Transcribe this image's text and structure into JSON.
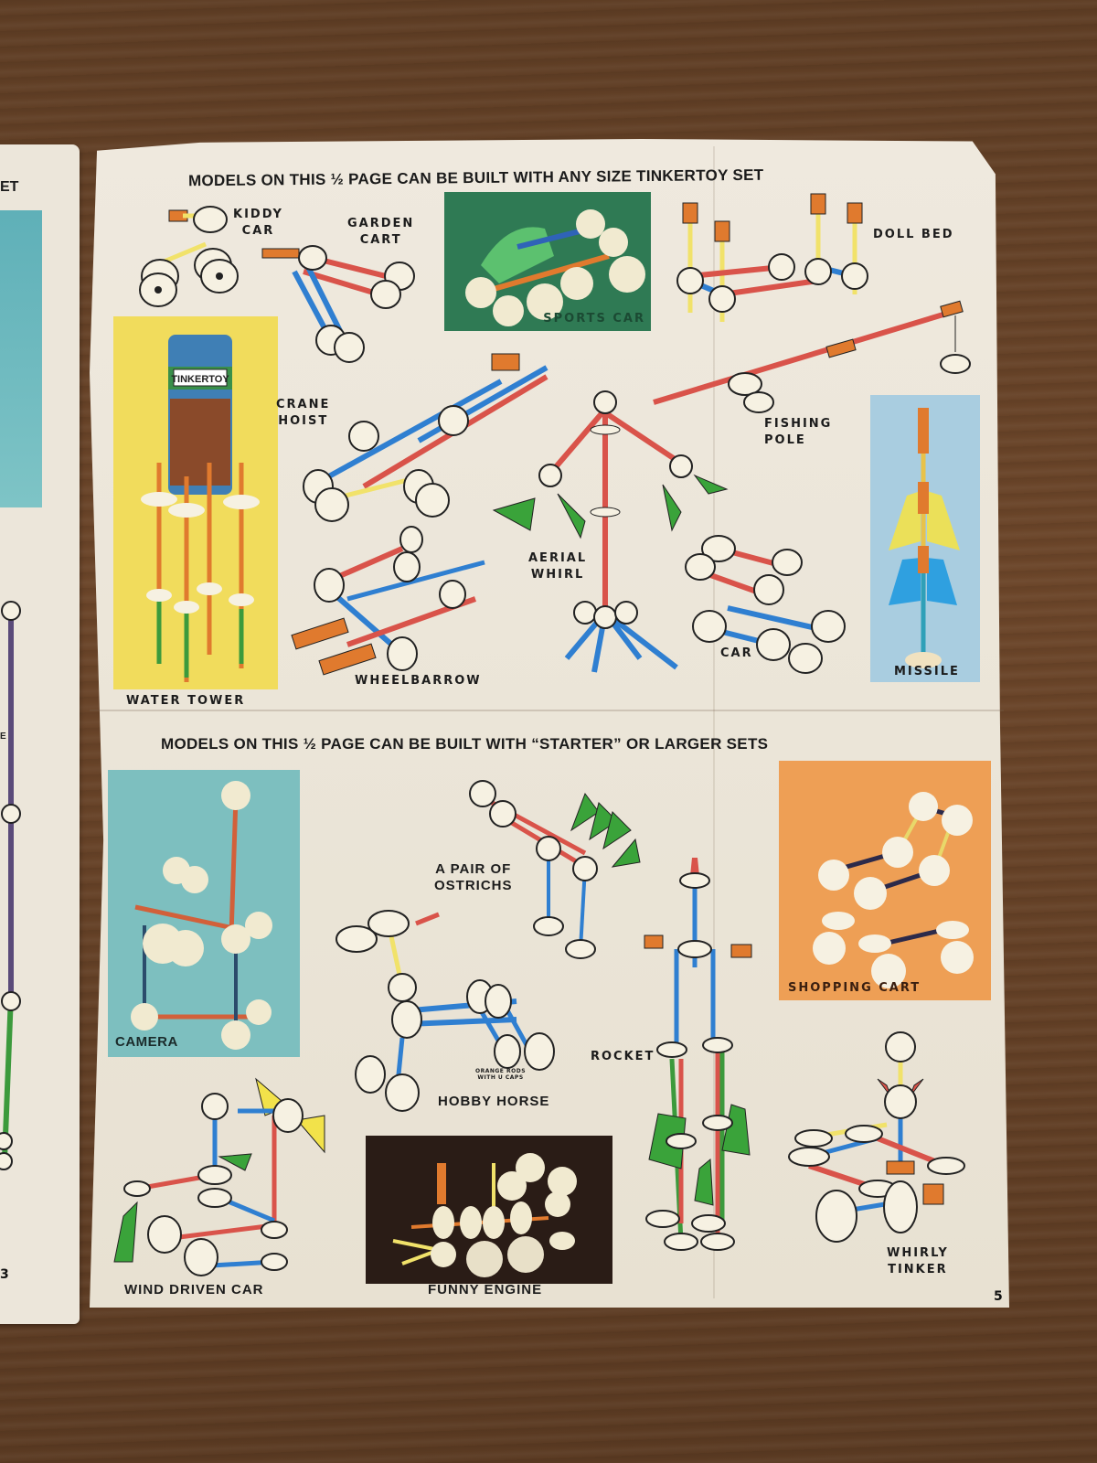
{
  "document": {
    "type": "Tinkertoy instruction sheet (photo on wooden table)",
    "page_number": "5",
    "left_page_number": "3",
    "left_page_fragments": [
      "ET",
      "E"
    ]
  },
  "section_top": {
    "heading": "MODELS ON THIS ½ PAGE CAN BE BUILT WITH ANY SIZE TINKERTOY SET",
    "models": [
      {
        "id": "kiddy-car",
        "label_lines": [
          "KIDDY",
          "CAR"
        ],
        "kind": "illustration"
      },
      {
        "id": "garden-cart",
        "label_lines": [
          "GARDEN",
          "CART"
        ],
        "kind": "illustration"
      },
      {
        "id": "sports-car",
        "label": "SPORTS CAR",
        "kind": "photo",
        "bg_color": "#2f7a54"
      },
      {
        "id": "doll-bed",
        "label": "DOLL BED",
        "kind": "illustration"
      },
      {
        "id": "water-tower",
        "label": "WATER TOWER",
        "kind": "photo",
        "bg_color": "#f1dc5c",
        "can_text": "TINKERTOY"
      },
      {
        "id": "crane-hoist",
        "label_lines": [
          "CRANE",
          "HOIST"
        ],
        "kind": "illustration"
      },
      {
        "id": "fishing-pole",
        "label_lines": [
          "FISHING",
          "POLE"
        ],
        "kind": "illustration"
      },
      {
        "id": "aerial-whirl",
        "label_lines": [
          "AERIAL",
          "WHIRL"
        ],
        "kind": "illustration"
      },
      {
        "id": "wheelbarrow",
        "label": "WHEELBARROW",
        "kind": "illustration"
      },
      {
        "id": "car",
        "label": "CAR",
        "kind": "illustration"
      },
      {
        "id": "missile",
        "label": "MISSILE",
        "kind": "photo",
        "bg_color": "#a9cde0"
      }
    ]
  },
  "section_bottom": {
    "heading": "MODELS ON THIS ½ PAGE CAN BE BUILT WITH “STARTER” OR LARGER SETS",
    "models": [
      {
        "id": "camera",
        "label": "CAMERA",
        "kind": "photo",
        "bg_color": "#7dbfbf"
      },
      {
        "id": "pair-of-ostrichs",
        "label_lines": [
          "A PAIR OF",
          "OSTRICHS"
        ],
        "kind": "illustration"
      },
      {
        "id": "shopping-cart",
        "label": "SHOPPING CART",
        "kind": "photo",
        "bg_color": "#ee9f55"
      },
      {
        "id": "hobby-horse",
        "label": "HOBBY HORSE",
        "kind": "illustration",
        "note_lines": [
          "ORANGE RODS",
          "WITH U CAPS"
        ]
      },
      {
        "id": "rocket",
        "label": "ROCKET",
        "kind": "illustration"
      },
      {
        "id": "wind-driven-car",
        "label": "WIND DRIVEN CAR",
        "kind": "illustration"
      },
      {
        "id": "funny-engine",
        "label": "FUNNY ENGINE",
        "kind": "photo",
        "bg_color": "#2a1c16"
      },
      {
        "id": "whirly-tinker",
        "label_lines": [
          "WHIRLY",
          "TINKER"
        ],
        "kind": "illustration"
      }
    ]
  },
  "colors": {
    "rod_red": "#d9534a",
    "rod_blue": "#2f7fd1",
    "rod_yellow": "#f1e26a",
    "rod_green": "#3c9a3c",
    "rod_orange": "#e07a2e",
    "spool": "#f6f1e2",
    "fin_green": "#3aa33a",
    "table_wood": "#5e3d24",
    "paper": "#ece6da"
  }
}
